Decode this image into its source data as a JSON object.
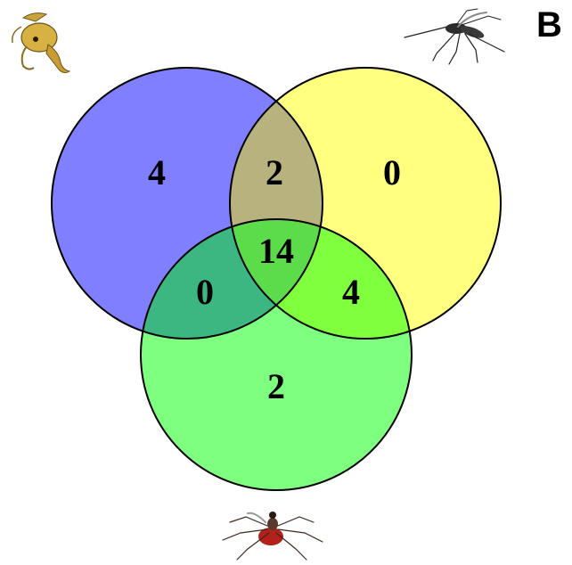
{
  "panel_label": "B",
  "sets": [
    {
      "key": "pupa",
      "icon": "pupa-icon",
      "color": "#7f7fff"
    },
    {
      "key": "adult_mosquito",
      "icon": "mosquito-icon",
      "color": "#ffff80"
    },
    {
      "key": "blood_fed_mosquito",
      "icon": "blood-fed-mosquito-icon",
      "color": "#7fff7f"
    }
  ],
  "regions": {
    "pupa_only": "4",
    "pupa_adult": "2",
    "adult_only": "0",
    "all_three": "14",
    "pupa_bloodfed": "0",
    "adult_bloodfed": "4",
    "bloodfed_only": "2"
  },
  "overlap_colors": {
    "pupa_adult": "#b8b27f",
    "pupa_bloodfed": "#3db781",
    "adult_bloodfed": "#80ff3f",
    "all_three": "#5ddc4b"
  },
  "outline_color": "#000000"
}
